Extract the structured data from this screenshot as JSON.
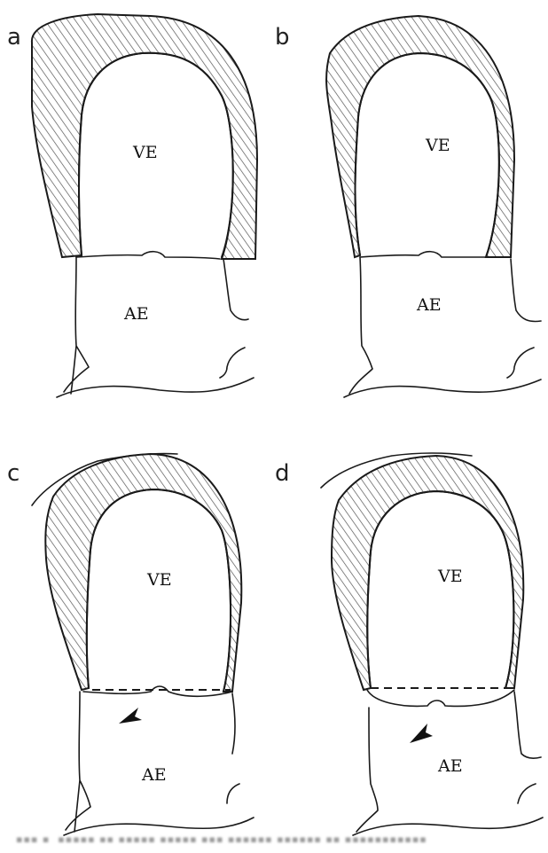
{
  "panels": [
    {
      "label": "a",
      "upper_region": "VE",
      "lower_region": "AE",
      "dashed_boundary": false,
      "arrowhead": false
    },
    {
      "label": "b",
      "upper_region": "VE",
      "lower_region": "AE",
      "dashed_boundary": false,
      "arrowhead": false
    },
    {
      "label": "c",
      "upper_region": "VE",
      "lower_region": "AE",
      "dashed_boundary": true,
      "arrowhead": true
    },
    {
      "label": "d",
      "upper_region": "VE",
      "lower_region": "AE",
      "dashed_boundary": true,
      "arrowhead": true
    }
  ],
  "colors": {
    "line": "#1a1a1a",
    "hatch": "#555555",
    "background": "#ffffff"
  }
}
